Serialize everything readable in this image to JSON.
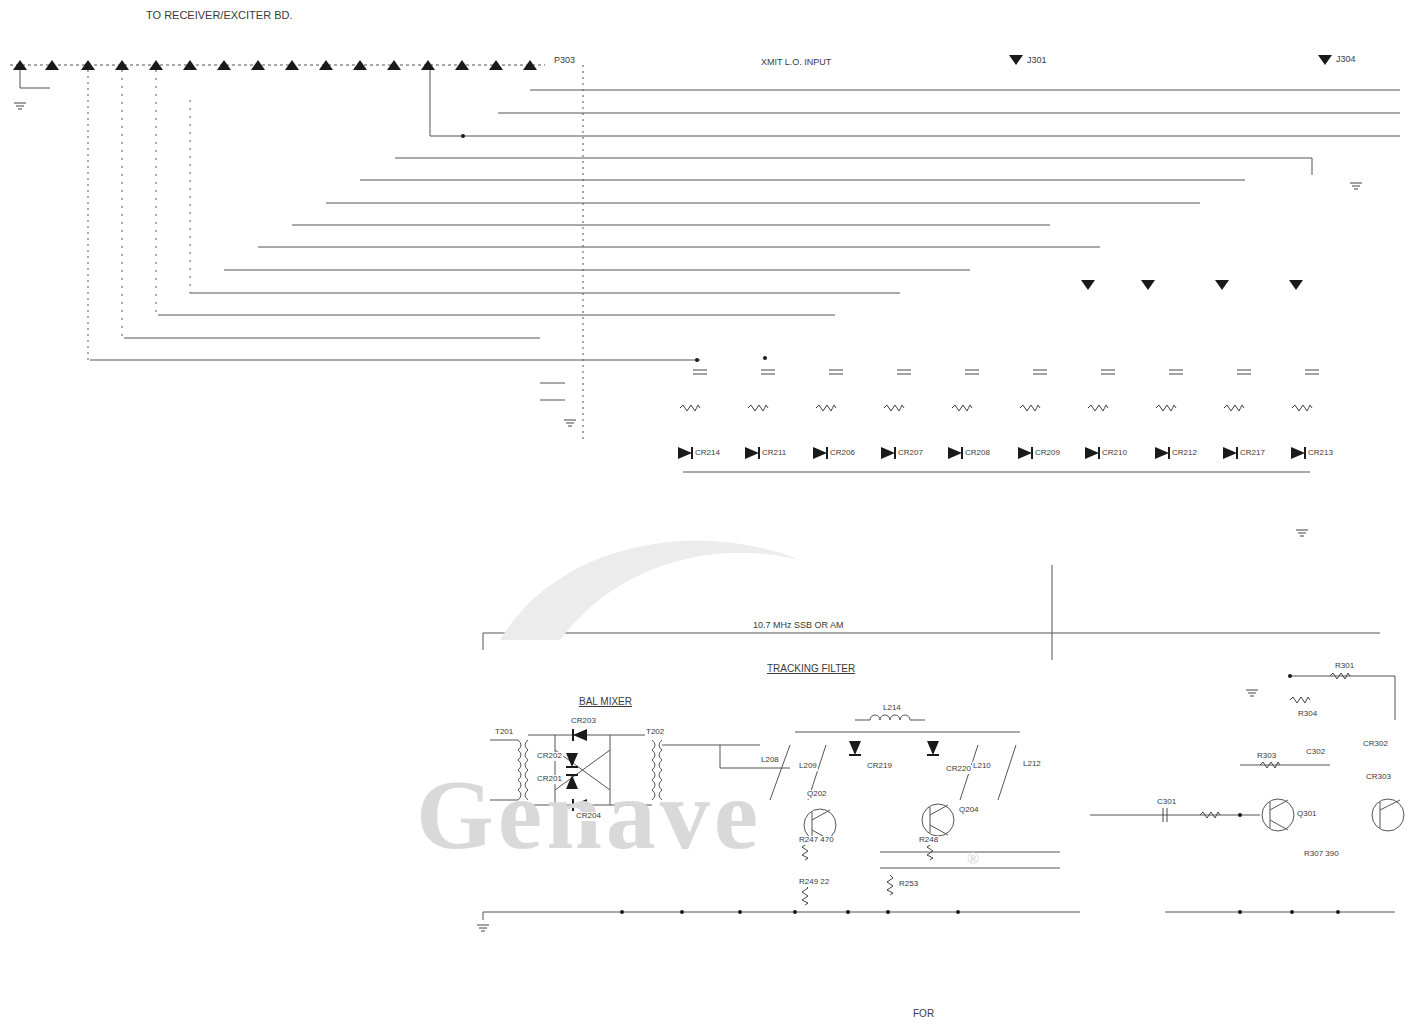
{
  "diagram": {
    "labels": [
      "TO RECEIVER/EXCITER BD.",
      "P303",
      "XMIT L.O. INPUT",
      "J301",
      "J304",
      "10.7 MHz SSB OR AM",
      "TRACKING FILTER",
      "BAL MIXER",
      "CR203",
      "CR202",
      "CR201",
      "CR204",
      "T201",
      "T202",
      "L208",
      "L209",
      "L214",
      "CR219",
      "CR220",
      "L210",
      "L212",
      "Q202",
      "R247 470",
      "R249 22",
      "R248",
      "R253",
      "Q204",
      "C301",
      "Q301",
      "R301",
      "R304",
      "C302",
      "CR302",
      "CR303",
      "R307 390",
      "R303",
      "CR214",
      "CR211",
      "CR206",
      "CR207",
      "CR208",
      "CR209",
      "CR210",
      "CR212",
      "CR217",
      "CR213",
      "FOR",
      "Genave",
      "®"
    ]
  }
}
